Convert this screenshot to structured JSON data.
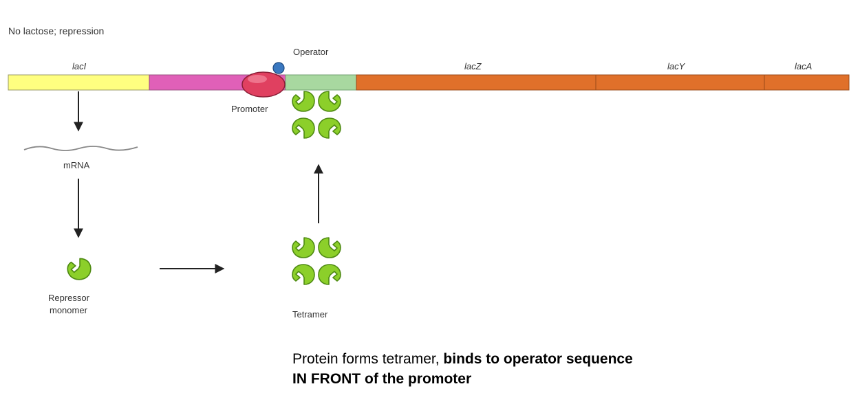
{
  "title": "No lactose; repression",
  "genes": {
    "laci": "lacI",
    "lacz": "lacZ",
    "lacy": "lacY",
    "laca": "lacA"
  },
  "labels": {
    "operator": "Operator",
    "promoter": "Promoter",
    "mrna": "mRNA",
    "repressor_line1": "Repressor",
    "repressor_line2": "monomer",
    "tetramer": "Tetramer"
  },
  "caption": {
    "plain": "Protein forms tetramer, ",
    "bold_line1": "binds to operator sequence",
    "bold_line2": "IN FRONT of the promoter"
  },
  "colors": {
    "laci_segment": "#FFFF80",
    "promoter_segment": "#E060B8",
    "operator_segment": "#A8D8A0",
    "structural_genes": "#E0702A",
    "rna_polymerase": "#E04060",
    "inducer_dot": "#3A78C0",
    "repressor_protein": "#8CCF2A"
  },
  "icons": {
    "repressor": "repressor-monomer-icon",
    "tetramer": "repressor-tetramer-icon",
    "polymerase": "rna-polymerase-icon"
  }
}
